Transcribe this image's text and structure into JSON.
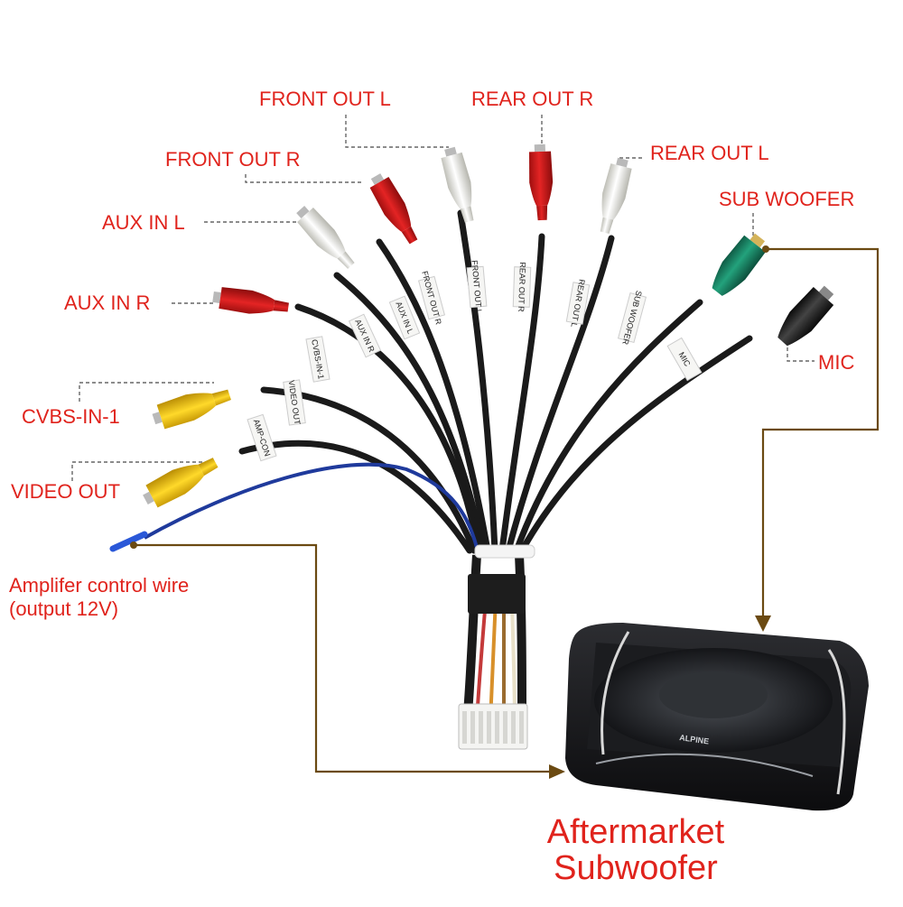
{
  "labels": {
    "front_out_l": "FRONT OUT L",
    "rear_out_r": "REAR OUT R",
    "front_out_r": "FRONT OUT R",
    "rear_out_l": "REAR OUT L",
    "sub_woofer": "SUB WOOFER",
    "aux_in_l": "AUX IN L",
    "aux_in_r": "AUX IN R",
    "mic": "MIC",
    "cvbs_in_1": "CVBS-IN-1",
    "video_out": "VIDEO OUT",
    "amp_wire_line1": "Amplifer control wire",
    "amp_wire_line2": "(output 12V)"
  },
  "tags": {
    "front_out_l": "FRONT OUT L",
    "rear_out_r": "REAR OUT R",
    "front_out_r": "FRONT OUT R",
    "rear_out_l": "REAR OUT L",
    "sub_woofer": "SUB WOOFER",
    "aux_in_l": "AUX IN L",
    "aux_in_r": "AUX IN R",
    "mic": "MIC",
    "cvbs_in": "CVBS-IN-1",
    "video_out": "VIDEO OUT",
    "amp_con": "AMP-CON"
  },
  "subwoofer": {
    "title_line1": "Aftermarket",
    "title_line2": "Subwoofer",
    "brand": "ALPINE"
  },
  "colors": {
    "label_red": "#e0231c",
    "callout_brown": "#6b4a12",
    "rca_red": "#d81a1a",
    "rca_white": "#f0f0ea",
    "rca_yellow": "#f2c615",
    "rca_green": "#1c8a6a",
    "rca_black": "#1e1e1e",
    "cable_black": "#1a1a1a",
    "amp_wire_blue": "#1f3a9c"
  }
}
